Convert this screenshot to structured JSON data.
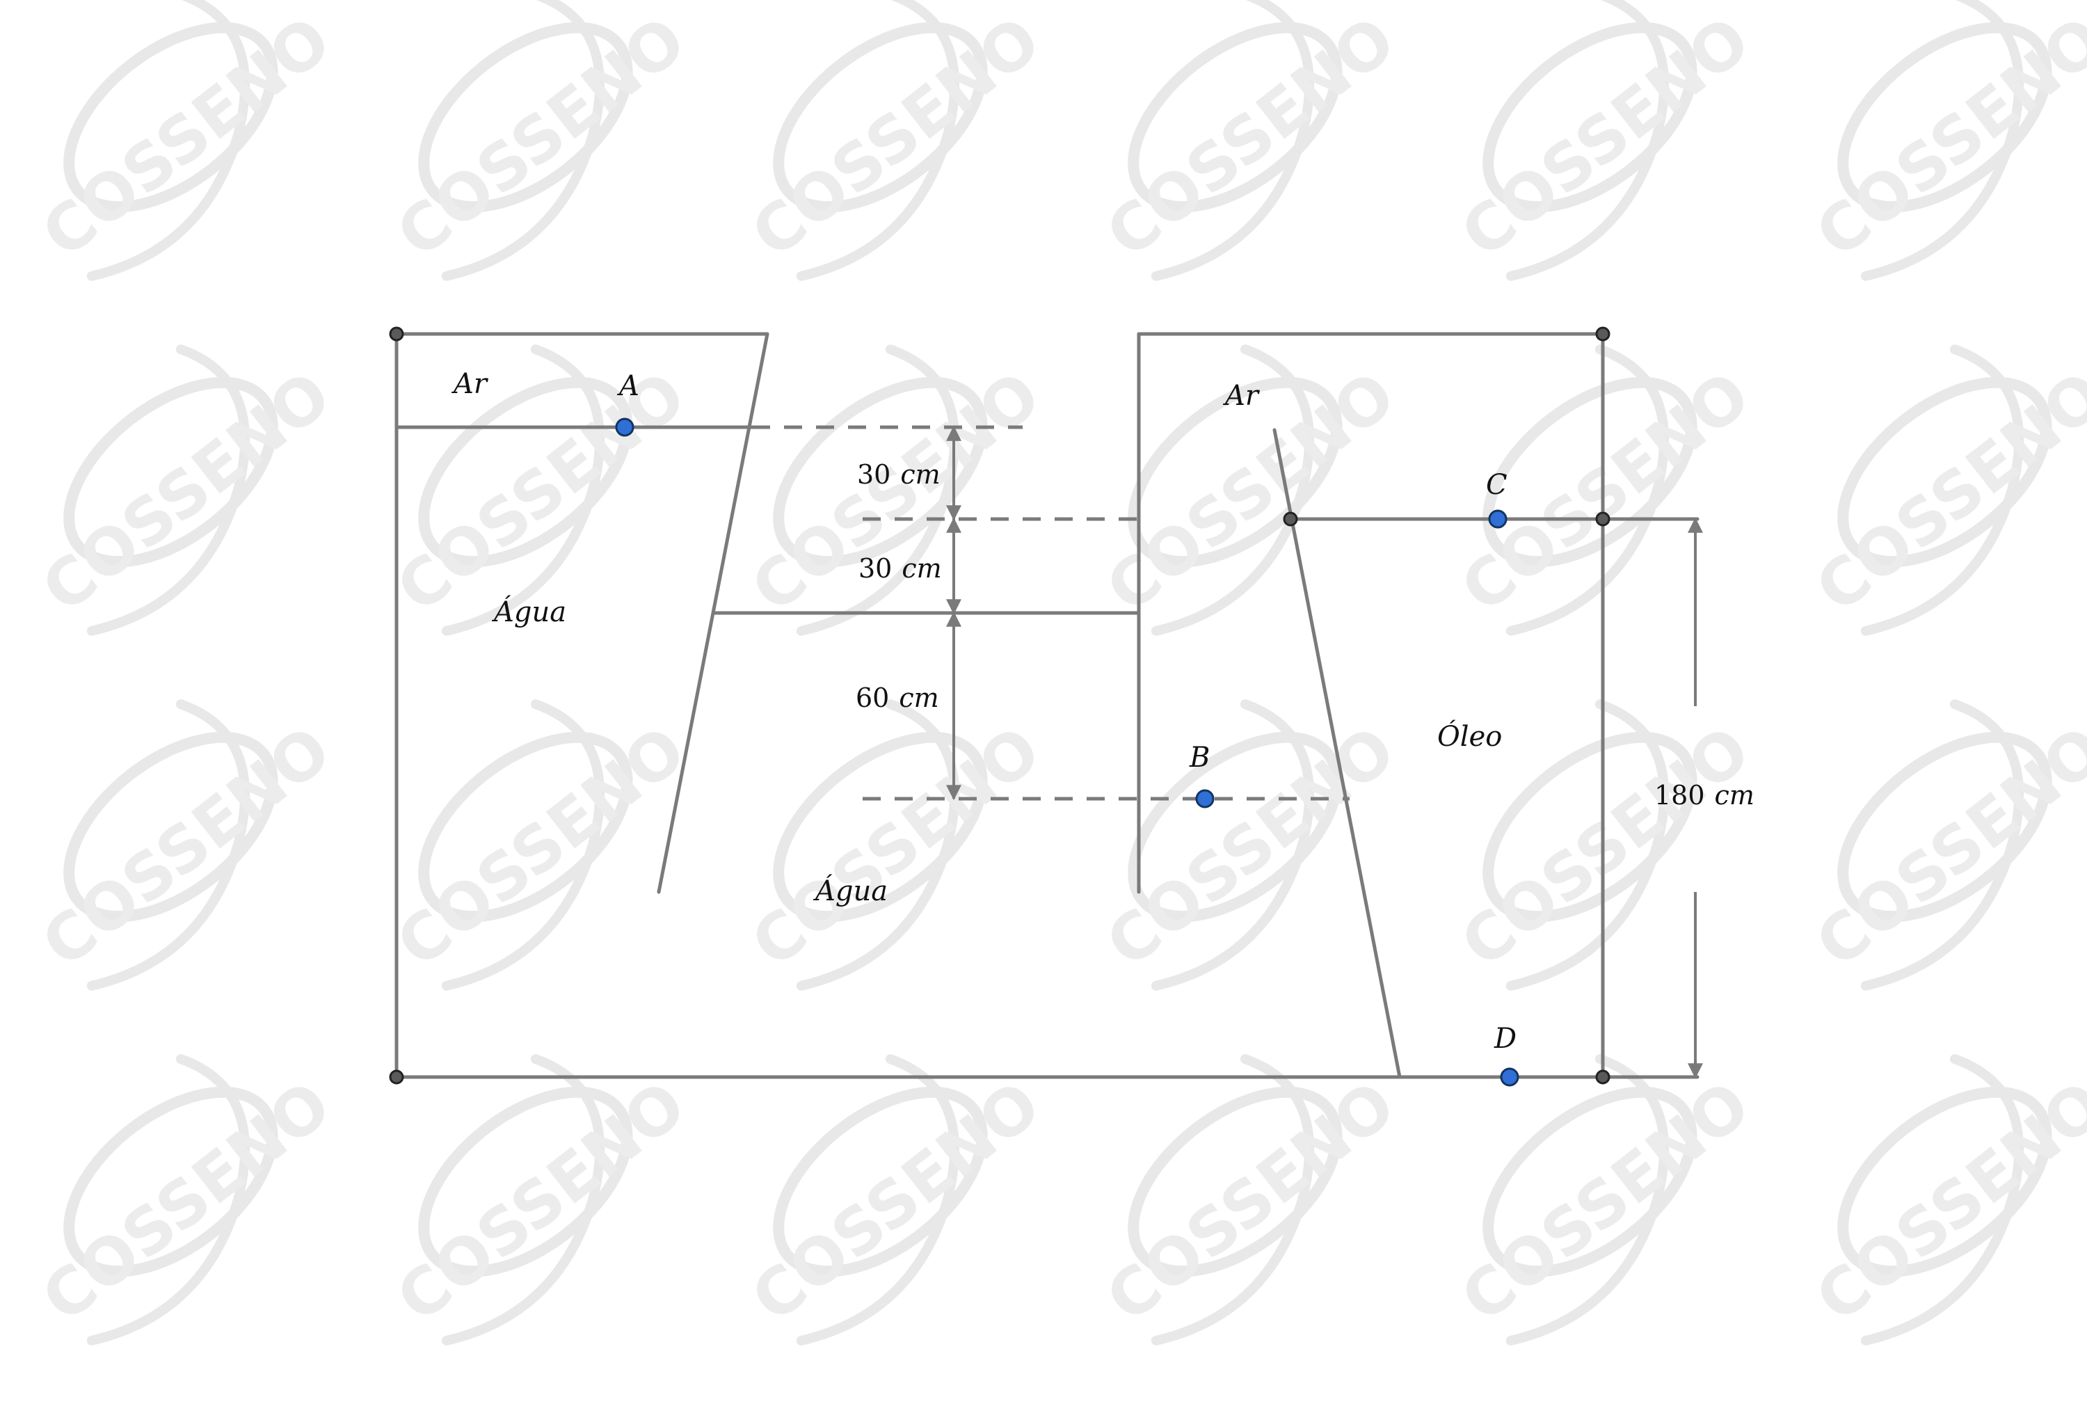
{
  "watermark": {
    "text": "COSSENO",
    "color": "#e8e8e8"
  },
  "colors": {
    "line": "#7a7a7a",
    "point_fill": "#2f6fd6",
    "vertex_fill": "#5a5a5a",
    "text": "#111111"
  },
  "labels": {
    "left_top_fluid": "Ar",
    "left_upper_fluid": "Água",
    "bottom_fluid": "Água",
    "right_top_fluid": "Ar",
    "right_fluid": "Óleo"
  },
  "points": {
    "a": "A",
    "b": "B",
    "c": "C",
    "d": "D"
  },
  "dimensions": {
    "d1": {
      "value": "30",
      "unit": "cm"
    },
    "d2": {
      "value": "30",
      "unit": "cm"
    },
    "d3": {
      "value": "60",
      "unit": "cm"
    },
    "height": {
      "value": "180",
      "unit": "cm"
    }
  }
}
